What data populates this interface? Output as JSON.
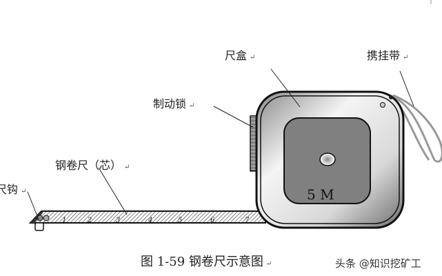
{
  "labels": {
    "case": "尺盒",
    "strap": "携挂带",
    "brake": "制动锁",
    "tape": "钢卷尺（芯）",
    "hook": "尺钩",
    "return_mark": "↵"
  },
  "case_marking": "5 M",
  "tape_numbers": [
    "1",
    "2",
    "3",
    "4",
    "5",
    "6",
    "7"
  ],
  "caption": "图 1-59 钢卷尺示意图",
  "watermark": "头条 @知识挖矿工"
}
